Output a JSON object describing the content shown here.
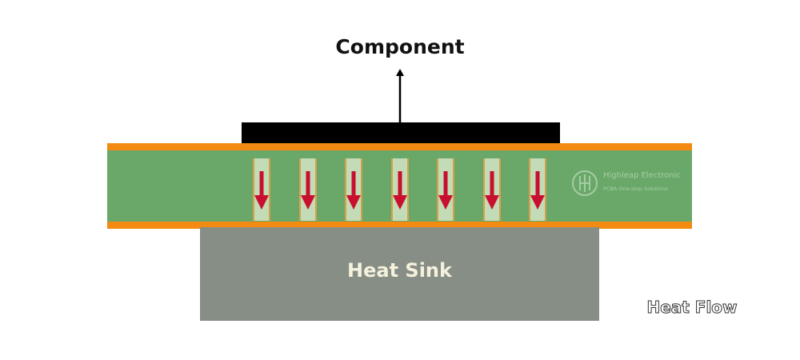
{
  "labels": {
    "component": "Component",
    "heat_sink": "Heat Sink",
    "heat_flow": "Heat Flow"
  },
  "watermark": {
    "brand": "Highleap Electronic",
    "tagline": "PCBA One-stop Solutions"
  },
  "colors": {
    "copper": "#f38a12",
    "pcb": "#6aa86a",
    "via_fill": "#c3dcb7",
    "arrow": "#c8102e",
    "component": "#000000",
    "heat_sink": "#878e86"
  },
  "thermal_via_count": 7
}
